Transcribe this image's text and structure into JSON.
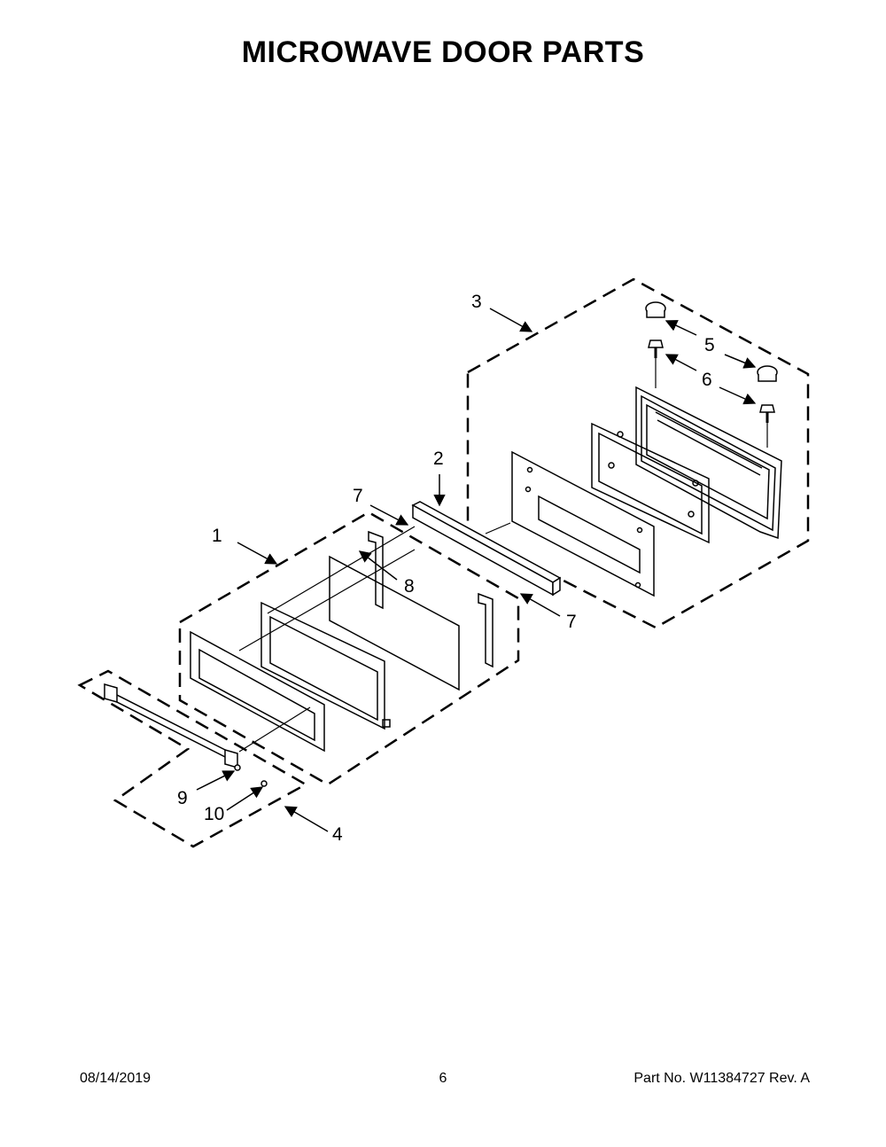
{
  "title": "MICROWAVE DOOR PARTS",
  "callouts": {
    "c1": "1",
    "c2": "2",
    "c3": "3",
    "c4": "4",
    "c5": "5",
    "c6": "6",
    "c7a": "7",
    "c7b": "7",
    "c8": "8",
    "c9": "9",
    "c10": "10"
  },
  "footer": {
    "date": "08/14/2019",
    "page": "6",
    "part": "Part No.  W11384727  Rev.  A"
  }
}
